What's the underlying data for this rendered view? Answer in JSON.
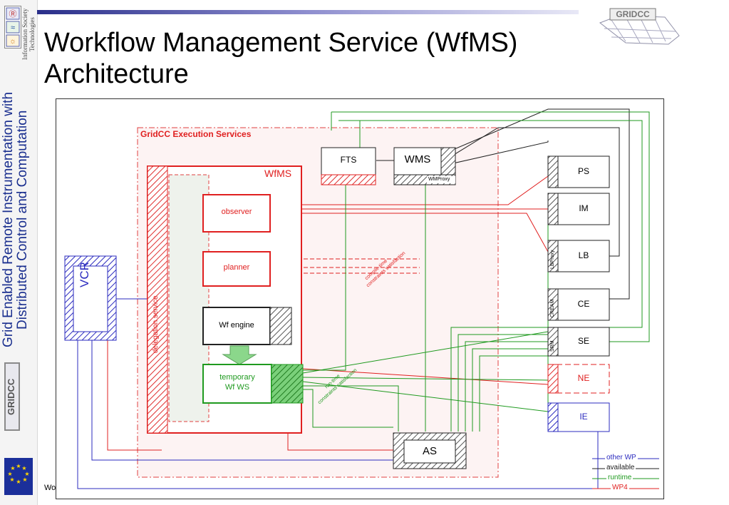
{
  "slide": {
    "title": "Workflow Management Service (WfMS) Architecture",
    "footer": "Wo"
  },
  "sidebar": {
    "vertical_title": "Grid Enabled Remote Instrumentation with Distributed Control and Computation",
    "org_text": "Information Society Technologies",
    "logo_text": "GRIDCC"
  },
  "header_logo": {
    "text": "GRIDCC"
  },
  "diagram": {
    "exec_services_label": "GridCC Execution Services",
    "wfms_label": "WfMS",
    "components": {
      "observer": "observer",
      "planner": "planner",
      "wf_engine": "Wf engine",
      "temp_ws_line1": "temporary",
      "temp_ws_line2": "Wf WS",
      "delegation": "delegation service",
      "vcr": "VCR",
      "fts": "FTS",
      "wms": "WMS",
      "wmproxy": "WMProxy",
      "as": "AS"
    },
    "annotations": {
      "compile_time_1": "compile-time",
      "compile_time_2": "constraints satisfaction",
      "run_time_1": "run-time",
      "run_time_2": "constraints satisfaction"
    },
    "services": [
      {
        "name": "PS",
        "tag": ""
      },
      {
        "name": "IM",
        "tag": ""
      },
      {
        "name": "LB",
        "tag": "LBProxy"
      },
      {
        "name": "CE",
        "tag": "CREAM"
      },
      {
        "name": "SE",
        "tag": "SRM"
      },
      {
        "name": "NE",
        "tag": ""
      },
      {
        "name": "IE",
        "tag": ""
      }
    ],
    "legend": [
      {
        "label": "other WP",
        "color": "#2b2bbf"
      },
      {
        "label": "available",
        "color": "#222222"
      },
      {
        "label": "runtime",
        "color": "#1f9a1f"
      },
      {
        "label": "WP4",
        "color": "#e02020"
      }
    ]
  }
}
